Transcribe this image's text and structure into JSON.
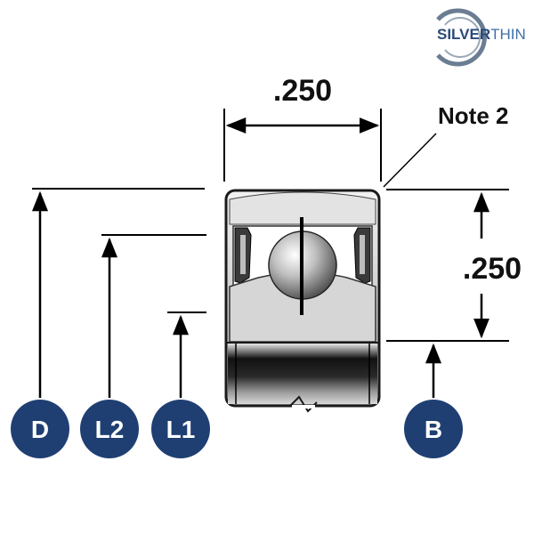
{
  "logo": {
    "part1": "SILVER",
    "part2": "THIN",
    "colors": {
      "part1": "#2a4a78",
      "part2": "#3f6fa8",
      "ring": "#6b7d93"
    }
  },
  "dimensions": {
    "width_value": ".250",
    "height_value": ".250",
    "note": "Note 2"
  },
  "badges": [
    {
      "label": "D"
    },
    {
      "label": "L2"
    },
    {
      "label": "L1"
    },
    {
      "label": "B"
    }
  ],
  "colors": {
    "badge": "#1f3f73",
    "line": "#000000",
    "bearing_outline": "#1a1a1a"
  },
  "icons": [
    "bearing-cross-section-icon",
    "ball-icon",
    "arrow-icon"
  ]
}
